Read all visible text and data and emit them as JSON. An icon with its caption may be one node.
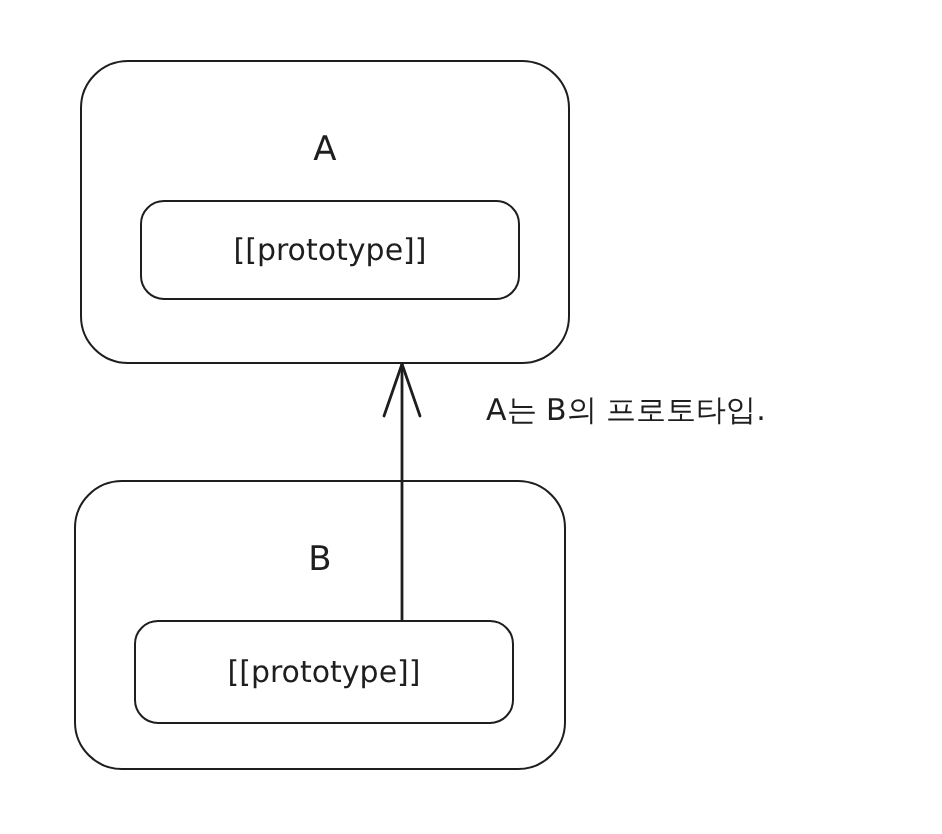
{
  "diagram": {
    "nodes": [
      {
        "text": [
          "A"
        ]
      },
      {
        "text": [
          "[[prototype]]"
        ],
        "in": 0
      },
      {
        "text": [
          "B"
        ]
      },
      {
        "text": [
          "[[prototype]]"
        ],
        "in": 2
      }
    ],
    "edges": [
      {
        "from": 3,
        "to": 0,
        "arrow": "to",
        "label": "A는 B의 프로토타입."
      }
    ]
  }
}
